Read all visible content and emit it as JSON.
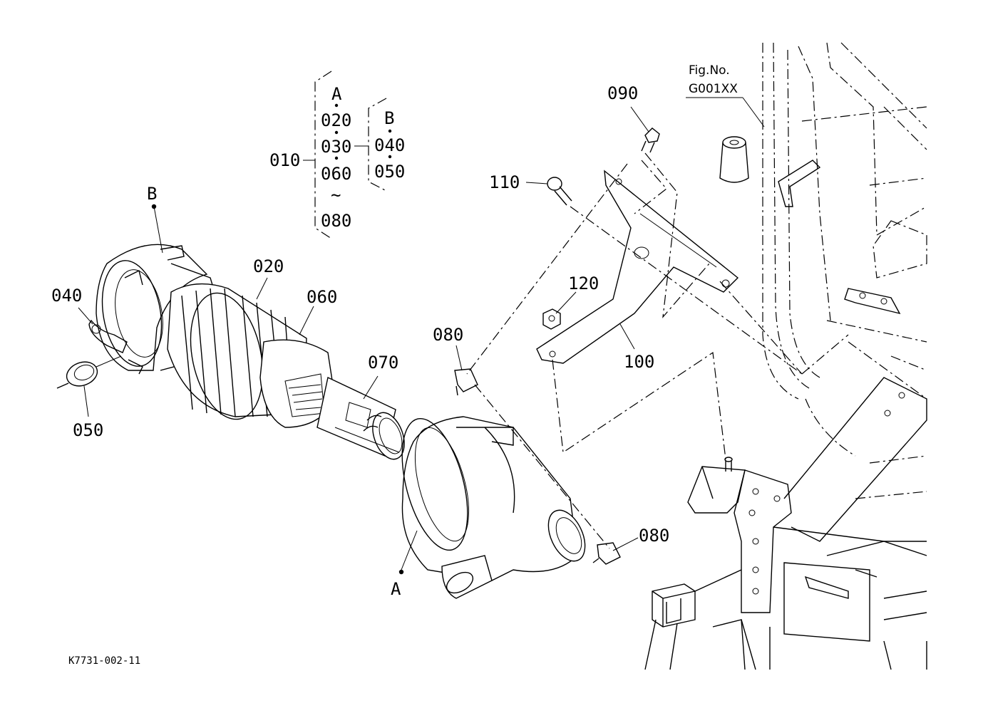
{
  "figure": {
    "fig_no_label": "Fig.No.",
    "fig_no_value": "G001XX",
    "drawing_code": "K7731-002-11"
  },
  "assembly_group": {
    "parent": "010",
    "group_a": [
      "A",
      "020",
      "030",
      "060",
      "~",
      "080"
    ],
    "group_b_joint": "030",
    "group_b": [
      "B",
      "040",
      "050"
    ]
  },
  "callouts": {
    "p020": "020",
    "p040": "040",
    "p050": "050",
    "p060": "060",
    "p070": "070",
    "p080_upper": "080",
    "p080_lower": "080",
    "p090": "090",
    "p100": "100",
    "p110": "110",
    "p120": "120",
    "ref_a": "A",
    "ref_b": "B"
  }
}
